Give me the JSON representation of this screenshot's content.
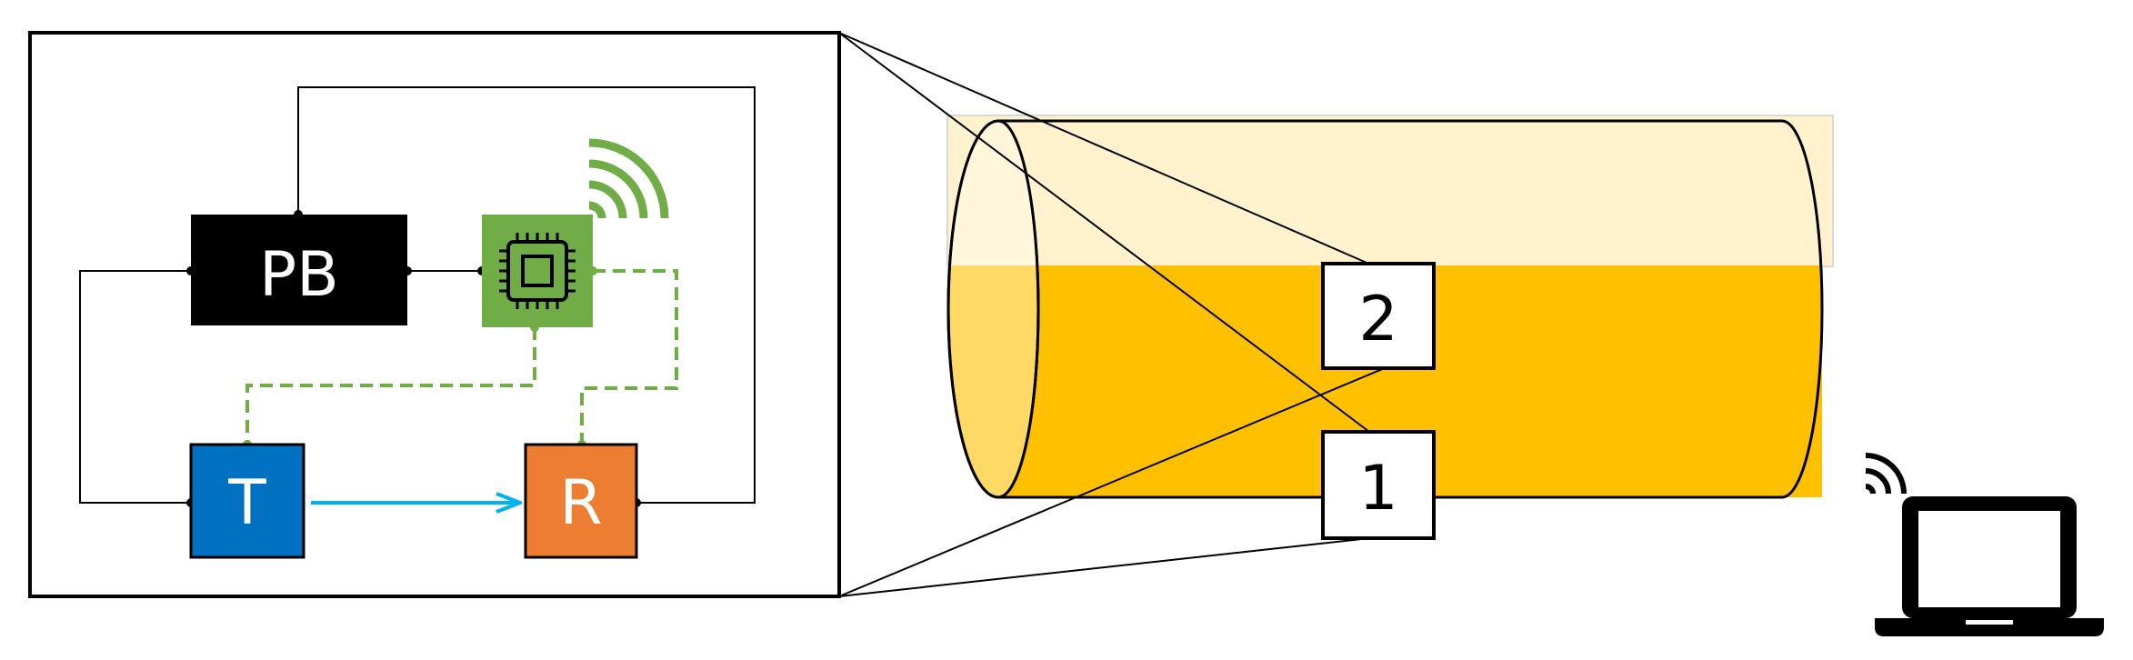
{
  "circuit": {
    "power_block": {
      "label": "PB"
    },
    "transmitter": {
      "label": "T"
    },
    "receiver": {
      "label": "R"
    },
    "microcontroller": {
      "icon": "chip-icon"
    },
    "wireless": {
      "icon": "wifi-signal-icon"
    }
  },
  "tank": {
    "sensor_1": {
      "label": "1"
    },
    "sensor_2": {
      "label": "2"
    }
  },
  "receiver_device": {
    "icon": "laptop-icon",
    "wireless_icon": "wifi-signal-icon"
  },
  "colors": {
    "pb": "#000000",
    "chip": "#70AD47",
    "transmitter": "#0070C0",
    "receiver": "#ED7D31",
    "ultrasound_arrow": "#00B0F0",
    "liquid": "#FFC000",
    "liquid_end": "#FFD966",
    "headspace": "#FFF2CC",
    "wifi": "#70AD47"
  }
}
